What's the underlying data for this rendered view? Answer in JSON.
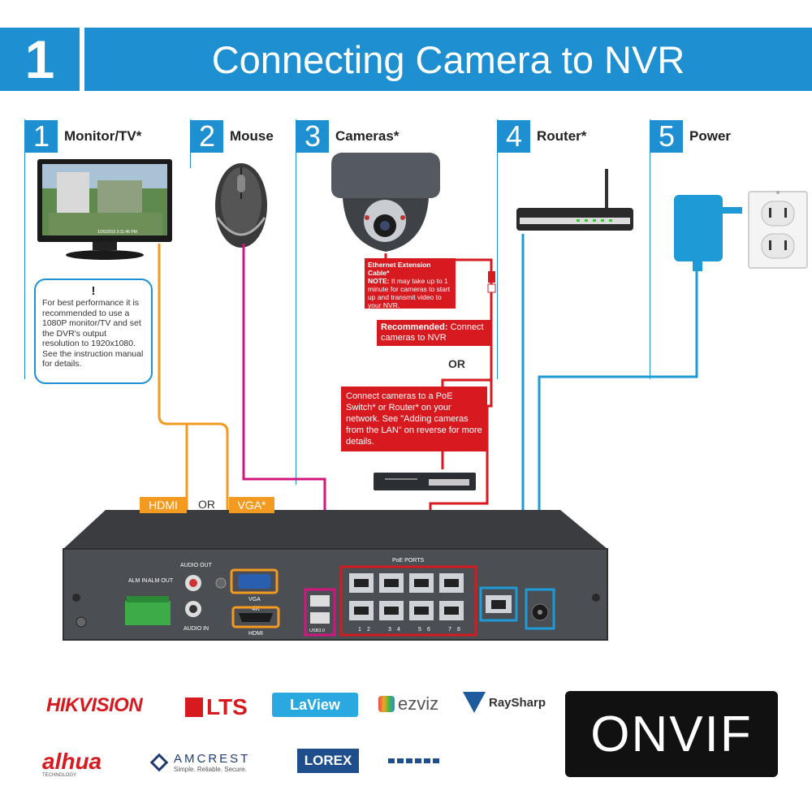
{
  "header": {
    "number": "1",
    "title": "Connecting Camera to NVR"
  },
  "steps": [
    {
      "number": "1",
      "label": "Monitor/TV*"
    },
    {
      "number": "2",
      "label": "Mouse"
    },
    {
      "number": "3",
      "label": "Cameras*"
    },
    {
      "number": "4",
      "label": "Router*"
    },
    {
      "number": "5",
      "label": "Power"
    }
  ],
  "monitor_note": {
    "icon": "!",
    "text": "For best performance it is recommended to use a 1080P monitor/TV and set the DVR's output resolution to 1920x1080. See the instruction manual for details."
  },
  "monitor_timestamp": "1/26/2015  3:11:46 PM",
  "callouts": {
    "ethernet_title": "Ethernet Extension Cable*",
    "note_label": "NOTE:",
    "note_text": "It may take up to 1 minute for cameras to start up and transmit video to your NVR.",
    "recommended_label": "Recommended:",
    "recommended_text": "Connect cameras to NVR",
    "or": "OR",
    "poe_text": "Connect cameras to a PoE Switch* or Router* on your network. See \"Adding cameras from the LAN\" on reverse for more details."
  },
  "ports": {
    "hdmi_tag": "HDMI",
    "or": "OR",
    "vga_tag": "VGA*",
    "audio_out": "AUDIO OUT",
    "audio_in": "AUDIO IN",
    "vga": "VGA",
    "four_k": "4K",
    "hdmi": "HDMI",
    "alm_in": "ALM IN",
    "alm_out": "ALM OUT",
    "usb": "USB3.0",
    "poe_ports": "PoE PORTS",
    "poe_numbers": [
      "1",
      "2",
      "3",
      "4",
      "5",
      "6",
      "7",
      "8"
    ]
  },
  "logos": {
    "hikvision": "HIKVISION",
    "lts": "LTS",
    "laview": "LaView",
    "ezviz": "ezviz",
    "raysharp": "RaySharp",
    "dahua": "alhua",
    "dahua_sub": "TECHNOLOGY",
    "amcrest": "AMCREST",
    "amcrest_sub": "Simple. Reliable. Secure.",
    "lorex": "LOREX",
    "onvif": "ONVIF"
  },
  "colors": {
    "brand_blue": "#1e8fd0",
    "hdmi_orange": "#f39a21",
    "mouse_pink": "#d1177f",
    "callout_red": "#d71920",
    "router_blue": "#1e9ad6"
  }
}
